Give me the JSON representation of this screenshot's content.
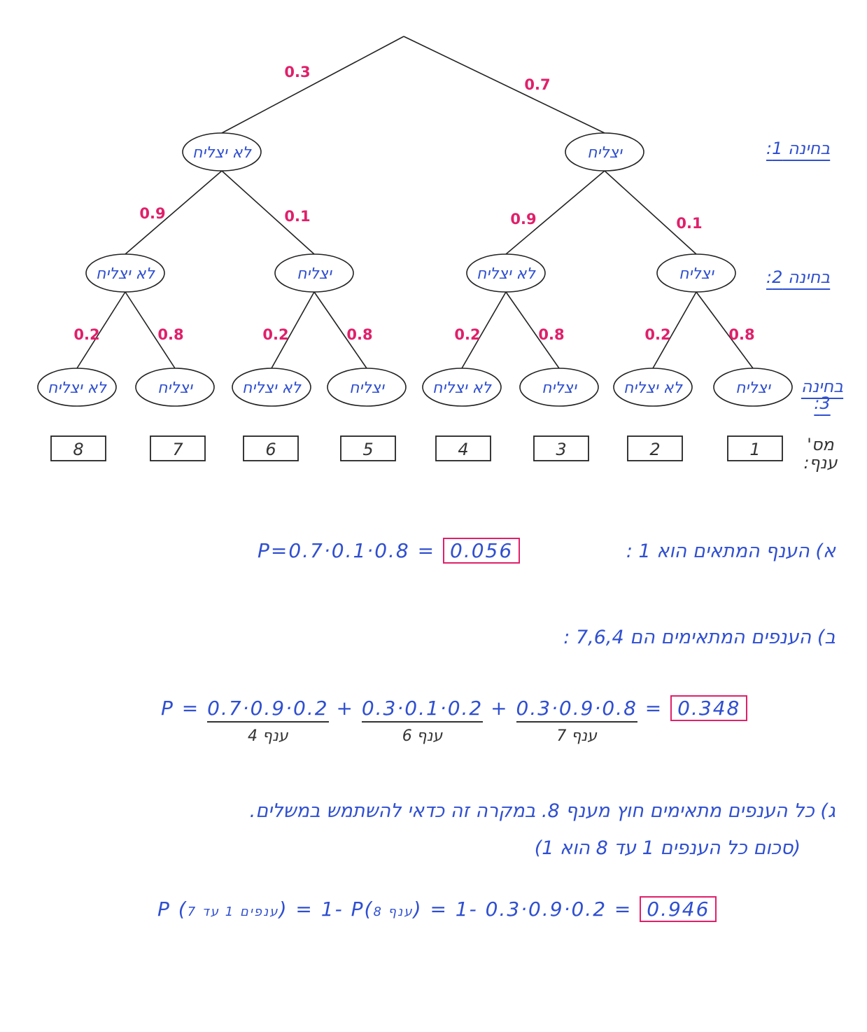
{
  "tree": {
    "nodes": {
      "fail": "לא יצליח",
      "success": "יצליח"
    },
    "level1_probs": [
      "0.3",
      "0.7"
    ],
    "level2_probs": [
      "0.9",
      "0.1",
      "0.9",
      "0.1"
    ],
    "level3_probs": [
      "0.2",
      "0.8",
      "0.2",
      "0.8",
      "0.2",
      "0.8",
      "0.2",
      "0.8"
    ],
    "branch_numbers": [
      "8",
      "7",
      "6",
      "5",
      "4",
      "3",
      "2",
      "1"
    ]
  },
  "levels": {
    "exam1": "בחינה 1:",
    "exam2": "בחינה 2:",
    "exam3": "בחינה 3:",
    "branch_no": "מס' ענף:"
  },
  "colors": {
    "ink": "#2f4fd0",
    "prob": "#e0206a",
    "lines": "#222222"
  },
  "part_a": {
    "label": "א) הענף המתאים הוא 1 :",
    "equation": "P=0.7·0.1·0.8 =",
    "answer": "0.056"
  },
  "part_b": {
    "label": "ב) הענפים המתאימים הם",
    "branches": ": 7,6,4",
    "p": "P =",
    "terms": [
      {
        "expr": "0.7·0.9·0.2",
        "branch": "ענף 4"
      },
      {
        "expr": "0.3·0.1·0.2",
        "branch": "ענף 6"
      },
      {
        "expr": "0.3·0.9·0.8",
        "branch": "ענף 7"
      }
    ],
    "plus": "+",
    "equals": "=",
    "answer": "0.348"
  },
  "part_c": {
    "line1": "ג) כל הענפים מתאימים חוץ מענף 8. במקרה זה כדאי להשתמש במשלים.",
    "line2": "(סכום כל הענפים 1 עד 8 הוא 1)",
    "p_left": "P",
    "left_arg": "ענפים 1 עד 7",
    "mid": "= 1- P",
    "mid_arg": "ענף 8",
    "right": "= 1- 0.3·0.9·0.2 =",
    "answer": "0.946"
  }
}
